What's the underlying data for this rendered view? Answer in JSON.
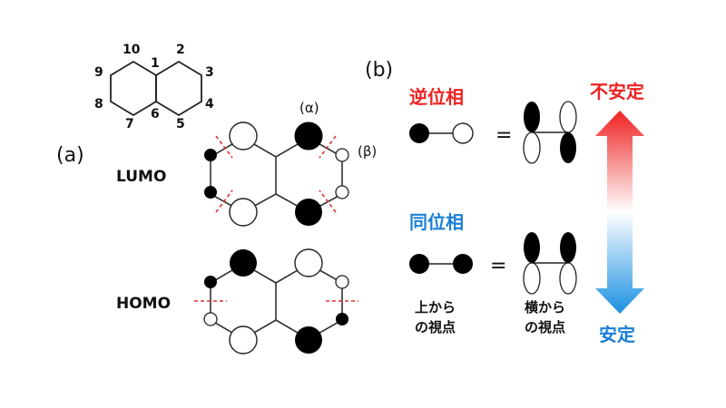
{
  "naphthalene": {
    "atom_numbers": [
      "1",
      "2",
      "3",
      "4",
      "5",
      "6",
      "7",
      "8",
      "9",
      "10"
    ]
  },
  "panel_a": {
    "label": "(a)",
    "lumo_label": "LUMO",
    "homo_label": "HOMO",
    "alpha_label": "(α)",
    "beta_label": "(β)"
  },
  "panel_b": {
    "label": "(b)",
    "out_of_phase_label": "逆位相",
    "in_phase_label": "同位相",
    "equals": "=",
    "top_view_line1": "上から",
    "top_view_line2": "の視点",
    "side_view_line1": "横から",
    "side_view_line2": "の視点",
    "unstable_label": "不安定",
    "stable_label": "安定"
  },
  "colors": {
    "unstable": "#ee2222",
    "stable": "#1a7fd6",
    "orbital_fill": "#000000",
    "node_line": "#e03030"
  }
}
